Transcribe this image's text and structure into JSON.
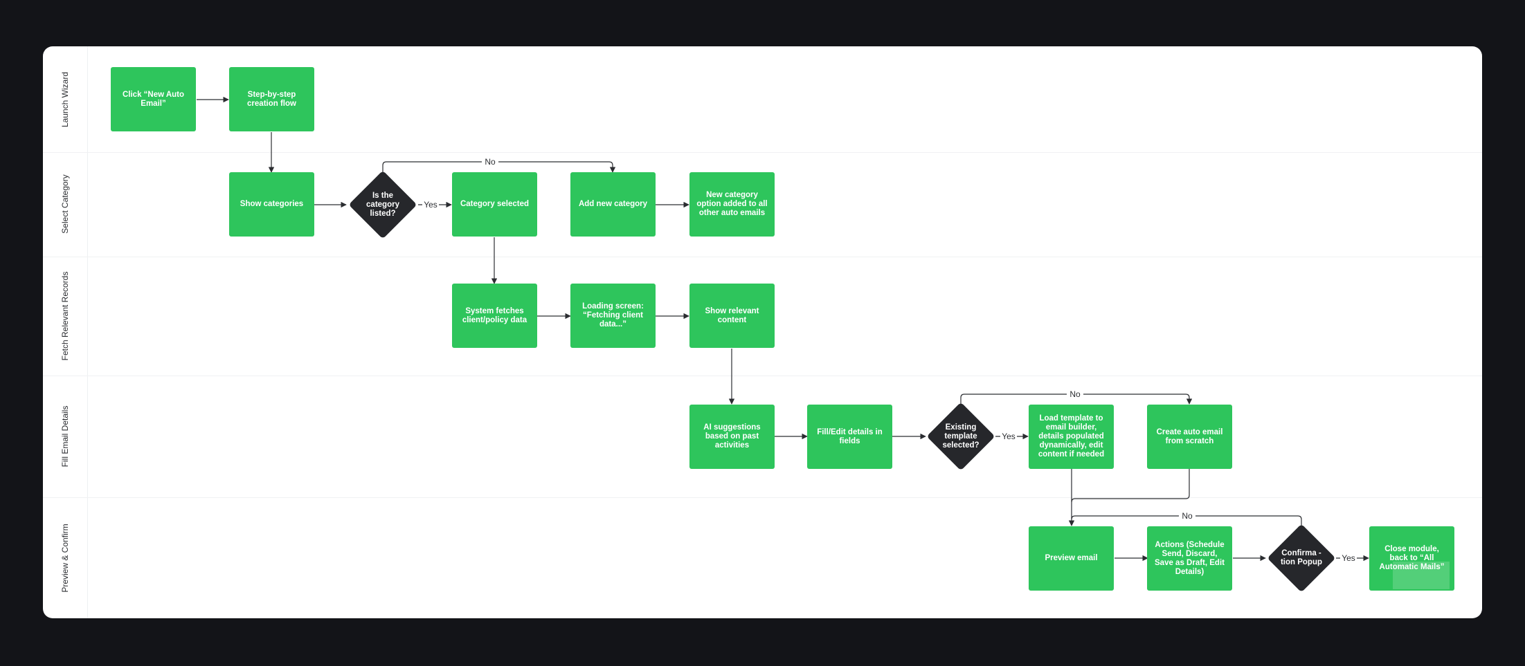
{
  "lanes": [
    {
      "id": "launch",
      "label": "Launch Wizard"
    },
    {
      "id": "select",
      "label": "Select Category"
    },
    {
      "id": "fetch",
      "label": "Fetch Relevant Records"
    },
    {
      "id": "fill",
      "label": "Fill Email Details"
    },
    {
      "id": "preview",
      "label": "Preview & Confirm"
    }
  ],
  "nodes": [
    {
      "id": "n1",
      "type": "process",
      "lane": "launch",
      "text": "Click “New Auto Email”"
    },
    {
      "id": "n2",
      "type": "process",
      "lane": "launch",
      "text": "Step-by-step creation flow"
    },
    {
      "id": "n3",
      "type": "process",
      "lane": "select",
      "text": "Show categories"
    },
    {
      "id": "d1",
      "type": "decision",
      "lane": "select",
      "text": "Is the category listed?"
    },
    {
      "id": "n4",
      "type": "process",
      "lane": "select",
      "text": "Category selected"
    },
    {
      "id": "n5",
      "type": "process",
      "lane": "select",
      "text": "Add new category"
    },
    {
      "id": "n6",
      "type": "process",
      "lane": "select",
      "text": "New category option added to all other auto emails"
    },
    {
      "id": "n7",
      "type": "process",
      "lane": "fetch",
      "text": "System fetches client/policy data"
    },
    {
      "id": "n8",
      "type": "process",
      "lane": "fetch",
      "text": "Loading screen: “Fetching client data...”"
    },
    {
      "id": "n9",
      "type": "process",
      "lane": "fetch",
      "text": "Show relevant content"
    },
    {
      "id": "n10",
      "type": "process",
      "lane": "fill",
      "text": "AI suggestions based on past activities"
    },
    {
      "id": "n11",
      "type": "process",
      "lane": "fill",
      "text": "Fill/Edit details in fields"
    },
    {
      "id": "d2",
      "type": "decision",
      "lane": "fill",
      "text": "Existing template selected?"
    },
    {
      "id": "n12",
      "type": "process",
      "lane": "fill",
      "text": "Load template to email builder, details populated dynamically, edit content if needed"
    },
    {
      "id": "n13",
      "type": "process",
      "lane": "fill",
      "text": "Create auto email from scratch"
    },
    {
      "id": "n14",
      "type": "process",
      "lane": "preview",
      "text": "Preview email"
    },
    {
      "id": "n15",
      "type": "process",
      "lane": "preview",
      "text": "Actions (Schedule Send, Discard, Save as Draft, Edit Details)"
    },
    {
      "id": "d3",
      "type": "decision",
      "lane": "preview",
      "text": "Confirma -tion Popup"
    },
    {
      "id": "n16",
      "type": "process",
      "lane": "preview",
      "text": "Close module, back to “All Automatic Mails”"
    }
  ],
  "edges": [
    {
      "from": "n1",
      "to": "n2",
      "label": ""
    },
    {
      "from": "n2",
      "to": "n3",
      "label": ""
    },
    {
      "from": "n3",
      "to": "d1",
      "label": ""
    },
    {
      "from": "d1",
      "to": "n4",
      "label": "Yes"
    },
    {
      "from": "d1",
      "to": "n5",
      "label": "No"
    },
    {
      "from": "n5",
      "to": "n6",
      "label": ""
    },
    {
      "from": "n4",
      "to": "n7",
      "label": ""
    },
    {
      "from": "n7",
      "to": "n8",
      "label": ""
    },
    {
      "from": "n8",
      "to": "n9",
      "label": ""
    },
    {
      "from": "n9",
      "to": "n10",
      "label": ""
    },
    {
      "from": "n10",
      "to": "n11",
      "label": ""
    },
    {
      "from": "n11",
      "to": "d2",
      "label": ""
    },
    {
      "from": "d2",
      "to": "n12",
      "label": "Yes"
    },
    {
      "from": "d2",
      "to": "n13",
      "label": "No"
    },
    {
      "from": "n12",
      "to": "n14",
      "label": ""
    },
    {
      "from": "n13",
      "to": "n14",
      "label": ""
    },
    {
      "from": "n14",
      "to": "n15",
      "label": ""
    },
    {
      "from": "n15",
      "to": "d3",
      "label": ""
    },
    {
      "from": "d3",
      "to": "n16",
      "label": "Yes"
    },
    {
      "from": "d3",
      "to": "n14",
      "label": "No"
    }
  ],
  "colors": {
    "process": "#2ec55c",
    "decision": "#26272b",
    "background": "#131418",
    "board": "#ffffff"
  }
}
